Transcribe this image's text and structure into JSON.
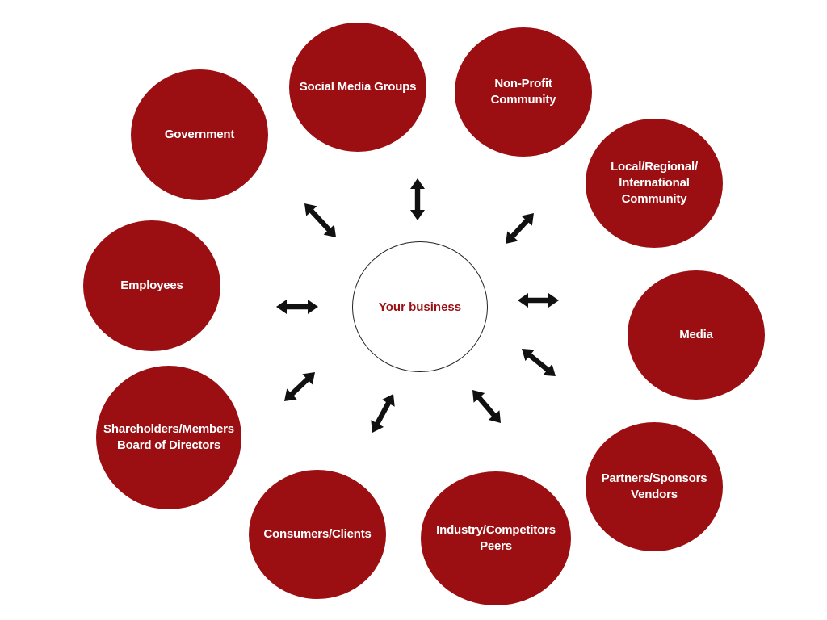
{
  "center": {
    "label": "Your business"
  },
  "stakeholders": [
    {
      "id": "social-media-groups",
      "label": "Social Media Groups"
    },
    {
      "id": "non-profit-community",
      "label": "Non-Profit\nCommunity"
    },
    {
      "id": "local-regional-international-community",
      "label": "Local/Regional/\nInternational\nCommunity"
    },
    {
      "id": "media",
      "label": "Media"
    },
    {
      "id": "partners-sponsors-vendors",
      "label": "Partners/Sponsors\nVendors"
    },
    {
      "id": "industry-competitors-peers",
      "label": "Industry/Competitors\nPeers"
    },
    {
      "id": "consumers-clients",
      "label": "Consumers/Clients"
    },
    {
      "id": "shareholders-members-board",
      "label": "Shareholders/Members\nBoard of Directors"
    },
    {
      "id": "employees",
      "label": "Employees"
    },
    {
      "id": "government",
      "label": "Government"
    }
  ],
  "colors": {
    "node_fill": "#9b0e12",
    "node_text": "#ffffff",
    "center_text": "#9b0e12",
    "arrow": "#111111"
  }
}
